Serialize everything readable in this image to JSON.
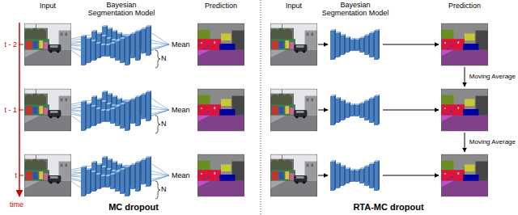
{
  "diagram": {
    "labels": [
      "Input",
      "Bayesian Segmentation Model",
      "Prediction",
      "Input",
      "Bayesian Segmentation Model",
      "Prediction",
      "t - 2",
      "t - 1",
      "t",
      "time",
      "Mean",
      "N",
      "Mean",
      "N",
      "Mean",
      "N",
      "Moving Average",
      "Moving Average",
      "MC dropout",
      "RTA-MC dropout"
    ]
  }
}
